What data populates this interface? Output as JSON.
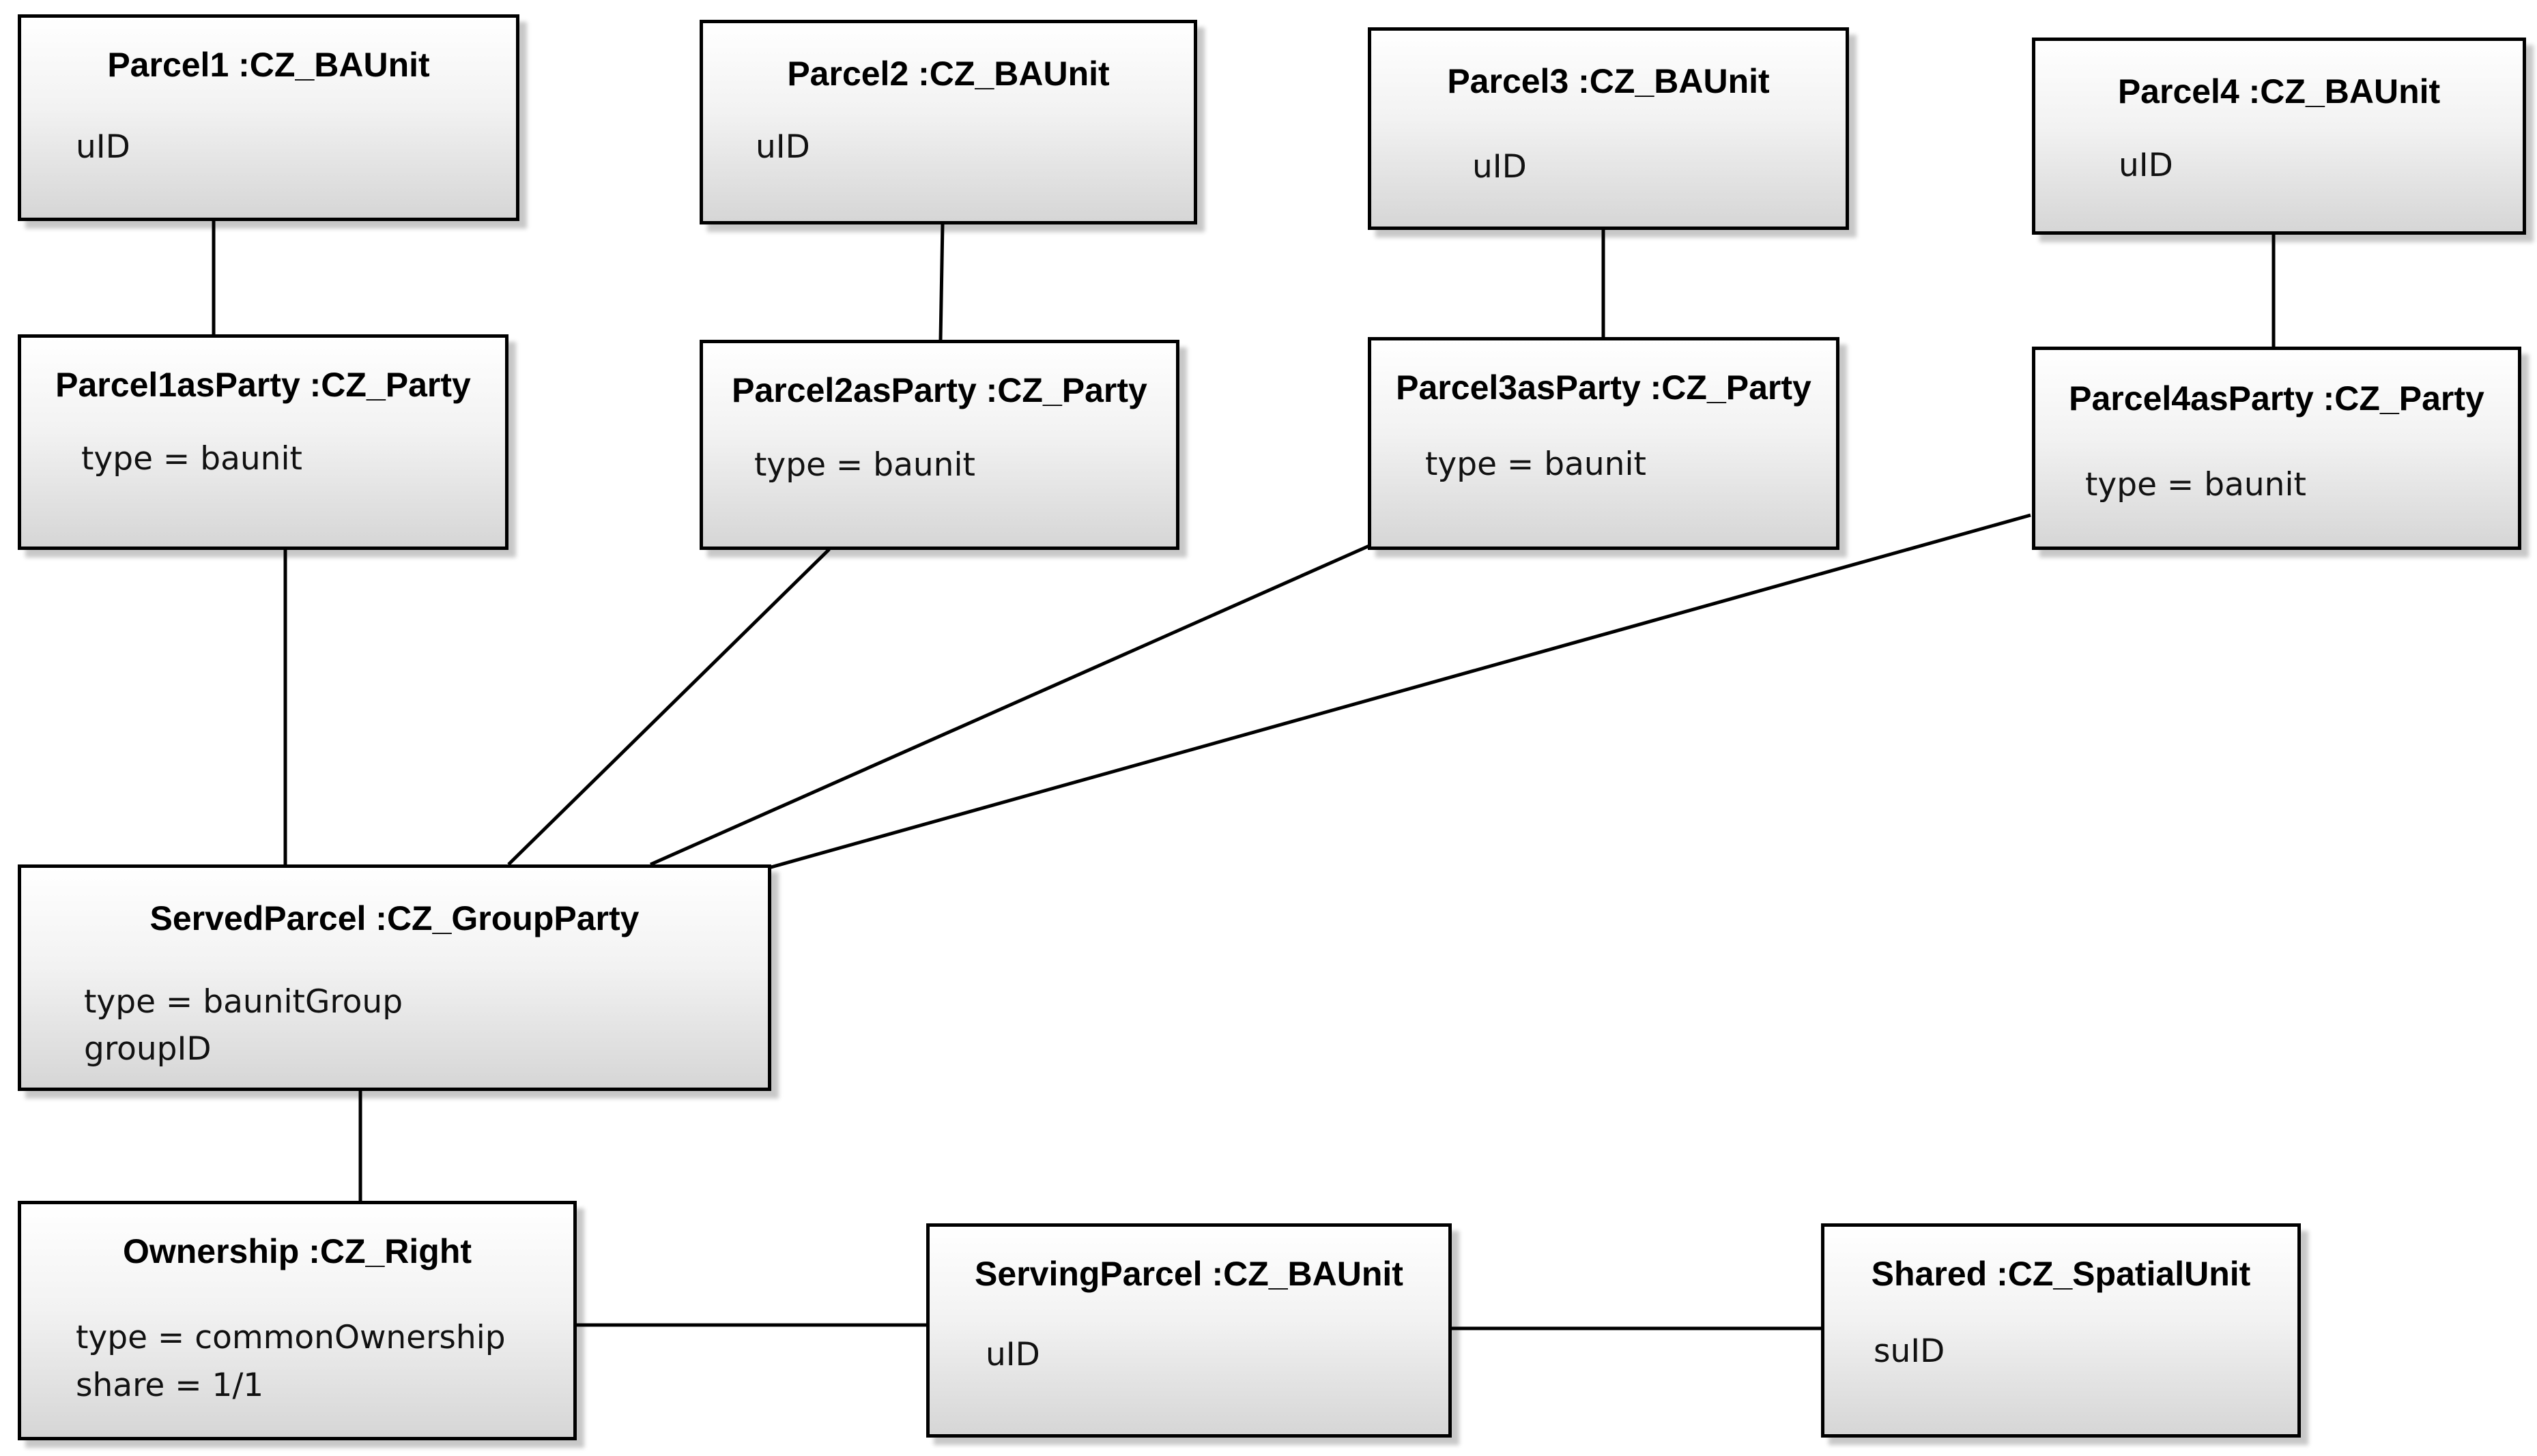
{
  "objects": {
    "parcel1": {
      "title": "Parcel1 :CZ_BAUnit",
      "attrs": [
        "uID"
      ]
    },
    "parcel2": {
      "title": "Parcel2 :CZ_BAUnit",
      "attrs": [
        "uID"
      ]
    },
    "parcel3": {
      "title": "Parcel3 :CZ_BAUnit",
      "attrs": [
        "uID"
      ]
    },
    "parcel4": {
      "title": "Parcel4 :CZ_BAUnit",
      "attrs": [
        "uID"
      ]
    },
    "parcel1_party": {
      "title": "Parcel1asParty :CZ_Party",
      "attrs": [
        "type = baunit"
      ]
    },
    "parcel2_party": {
      "title": "Parcel2asParty :CZ_Party",
      "attrs": [
        "type = baunit"
      ]
    },
    "parcel3_party": {
      "title": "Parcel3asParty :CZ_Party",
      "attrs": [
        "type = baunit"
      ]
    },
    "parcel4_party": {
      "title": "Parcel4asParty :CZ_Party",
      "attrs": [
        "type = baunit"
      ]
    },
    "served_parcel": {
      "title": "ServedParcel :CZ_GroupParty",
      "attrs": [
        "type = baunitGroup",
        "groupID"
      ]
    },
    "ownership": {
      "title": "Ownership :CZ_Right",
      "attrs": [
        "type = commonOwnership",
        "share = 1/1"
      ]
    },
    "serving_parcel": {
      "title": "ServingParcel :CZ_BAUnit",
      "attrs": [
        "uID"
      ]
    },
    "shared": {
      "title": "Shared :CZ_SpatialUnit",
      "attrs": [
        "suID"
      ]
    }
  },
  "links": [
    [
      "parcel1",
      "parcel1_party"
    ],
    [
      "parcel2",
      "parcel2_party"
    ],
    [
      "parcel3",
      "parcel3_party"
    ],
    [
      "parcel4",
      "parcel4_party"
    ],
    [
      "parcel1_party",
      "served_parcel"
    ],
    [
      "parcel2_party",
      "served_parcel"
    ],
    [
      "parcel3_party",
      "served_parcel"
    ],
    [
      "parcel4_party",
      "served_parcel"
    ],
    [
      "served_parcel",
      "ownership"
    ],
    [
      "ownership",
      "serving_parcel"
    ],
    [
      "serving_parcel",
      "shared"
    ]
  ]
}
